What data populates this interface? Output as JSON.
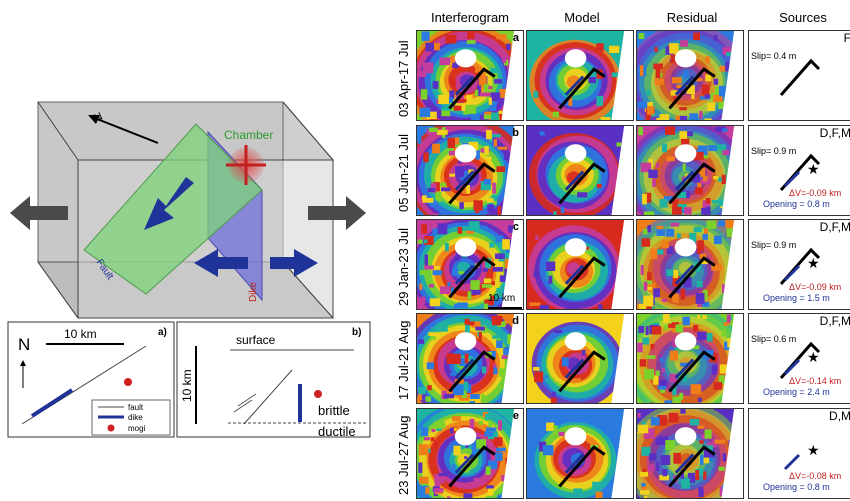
{
  "left": {
    "block_labels": {
      "north": "N",
      "chamber": "Chamber",
      "fault": "Fault",
      "dike": "Dike"
    },
    "panel_a": {
      "north": "N",
      "scale": "10 km",
      "letter": "a)",
      "legend": [
        "fault",
        "dike",
        "mogi"
      ]
    },
    "panel_b": {
      "letter": "b)",
      "surface": "surface",
      "scale": "10 km",
      "brittle": "brittle",
      "ductile": "ductile"
    }
  },
  "right": {
    "headers": [
      "Interferogram",
      "Model",
      "Residual",
      "Sources"
    ],
    "rows": [
      {
        "date": "03 Apr-17 Jul",
        "letter": "a",
        "sources": "F",
        "slip": "Slip= 0.4 m",
        "dv": "",
        "opening": ""
      },
      {
        "date": "05 Jun-21 Jul",
        "letter": "b",
        "sources": "D,F,M",
        "slip": "Slip= 0.9 m",
        "dv": "ΔV=-0.09 km",
        "opening": "Opening = 0.8 m"
      },
      {
        "date": "29 Jan-23 Jul",
        "letter": "c",
        "sources": "D,F,M",
        "slip": "Slip= 0.9 m",
        "dv": "ΔV=-0.09 km",
        "opening": "Opening = 1.5 m"
      },
      {
        "date": "17 Jul-21 Aug",
        "letter": "d",
        "sources": "D,F,M",
        "slip": "Slip= 0.6 m",
        "dv": "ΔV=-0.14 km",
        "opening": "Opening = 2.4 m"
      },
      {
        "date": "23 Jul-27 Aug",
        "letter": "e",
        "sources": "D,M",
        "slip": "",
        "dv": "ΔV=-0.08 km",
        "opening": "Opening = 0.8 m"
      }
    ],
    "scale_bar": "10 km"
  }
}
